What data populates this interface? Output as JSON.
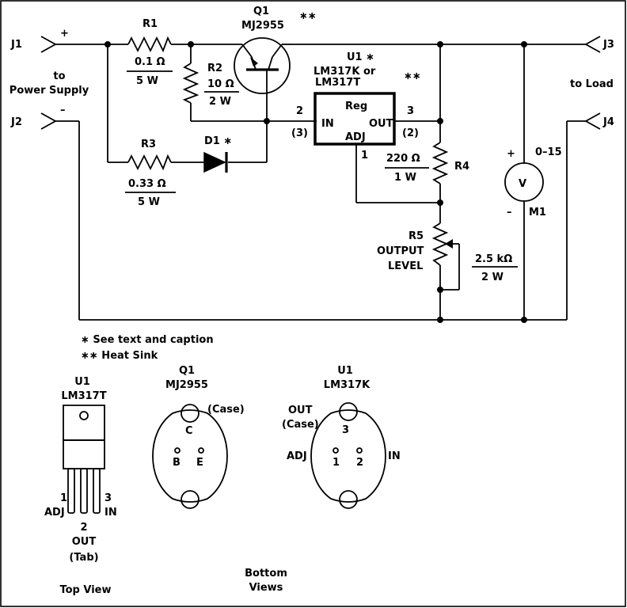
{
  "connectors": {
    "j1": "J1",
    "j2": "J2",
    "j3": "J3",
    "j4": "J4",
    "plus": "+",
    "minus": "–",
    "to_power_supply": [
      "to",
      "Power Supply"
    ],
    "to_load": "to Load"
  },
  "r1": {
    "name": "R1",
    "value": "0.1 Ω",
    "power": "5 W"
  },
  "r2": {
    "name": "R2",
    "value": "10 Ω",
    "power": "2 W"
  },
  "r3": {
    "name": "R3",
    "value": "0.33 Ω",
    "power": "5 W"
  },
  "r4": {
    "name": "R4",
    "value": "220 Ω",
    "power": "1 W"
  },
  "r5": {
    "name": "R5",
    "label": [
      "OUTPUT",
      "LEVEL"
    ],
    "value": "2.5 kΩ",
    "power": "2 W"
  },
  "d1": {
    "name": "D1 ∗"
  },
  "q1": {
    "name": "Q1",
    "part": "MJ2955",
    "mark": "∗∗"
  },
  "u1": {
    "name": "U1 ∗",
    "parts": [
      "LM317K or",
      "LM317T"
    ],
    "mark": "∗∗",
    "box_title": "Reg",
    "pin_in": "IN",
    "pin_out": "OUT",
    "pin_adj": "ADJ",
    "pin_in_num": "2",
    "pin_in_alt": "(3)",
    "pin_out_num": "3",
    "pin_out_alt": "(2)",
    "pin_adj_num": "1"
  },
  "m1": {
    "name": "M1",
    "range": "0–15",
    "symbol": "V",
    "plus": "+",
    "minus": "–"
  },
  "notes": {
    "see_text": "∗ See text and caption",
    "heat_sink": "∗∗ Heat Sink"
  },
  "pinouts": {
    "to220": {
      "name": "U1",
      "part": "LM317T",
      "pin1": [
        "1",
        "ADJ"
      ],
      "pin2": [
        "2",
        "OUT",
        "(Tab)"
      ],
      "pin3": [
        "3",
        "IN"
      ],
      "view": "Top View"
    },
    "q1": {
      "name": "Q1",
      "part": "MJ2955",
      "case": "(Case)",
      "c": "C",
      "b": "B",
      "e": "E"
    },
    "to3": {
      "name": "U1",
      "part": "LM317K",
      "out": [
        "OUT",
        "(Case)"
      ],
      "pin3": "3",
      "pin1": "1",
      "pin2": "2",
      "adj": "ADJ",
      "in": "IN"
    },
    "bottom_views": [
      "Bottom",
      "Views"
    ]
  }
}
